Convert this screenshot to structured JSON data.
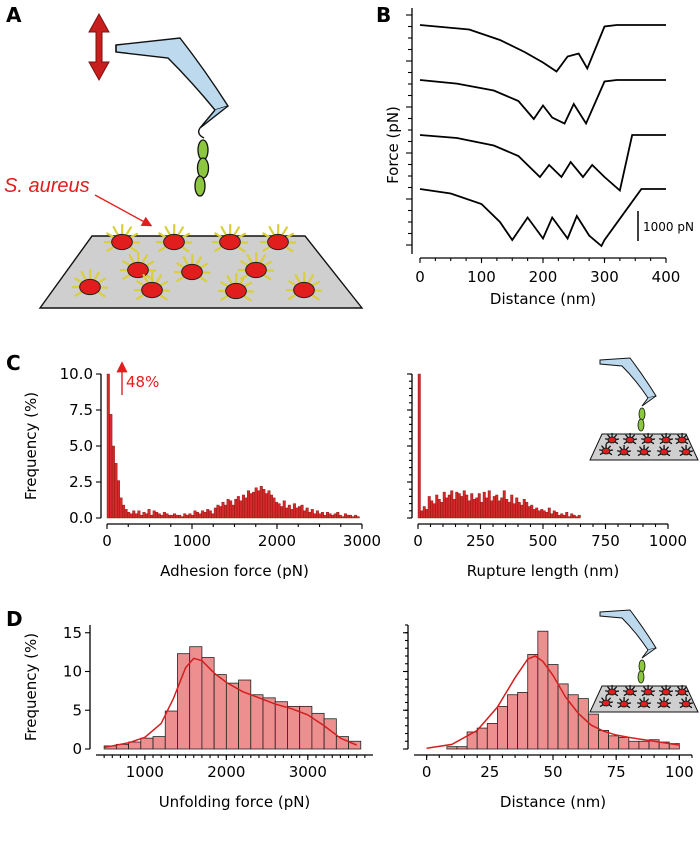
{
  "panels": {
    "A": "A",
    "B": "B",
    "C": "C",
    "D": "D"
  },
  "annotations": {
    "bacterium_label": "S. aureus",
    "off_scale_label": "48%",
    "scale_bar_label": "1000 pN"
  },
  "colors": {
    "red": "#e11d1d",
    "bar_red": "#d42a2a",
    "bar_pink": "#ee8f8f",
    "curve_red": "#d21f1f",
    "cantilever": "#bcd9ee",
    "bacterium_green": "#8dc63f",
    "surface_grey": "#cfcfcf",
    "arrow_red": "#c81e1e"
  },
  "chart_data": [
    {
      "id": "B",
      "type": "line",
      "xlabel": "Distance (nm)",
      "ylabel": "Force (pN)",
      "xlim": [
        0,
        400
      ],
      "xticks": [
        0,
        100,
        200,
        300,
        400
      ],
      "series": [
        {
          "x": [
            0,
            80,
            130,
            170,
            200,
            222,
            240,
            258,
            272,
            300,
            320,
            360,
            400
          ],
          "y": [
            0,
            -150,
            -500,
            -900,
            -1250,
            -1550,
            -1050,
            -950,
            -1450,
            -50,
            0,
            0,
            0
          ]
        },
        {
          "x": [
            0,
            60,
            120,
            160,
            185,
            200,
            215,
            235,
            250,
            270,
            300,
            320,
            360,
            400
          ],
          "y": [
            0,
            -120,
            -350,
            -700,
            -1300,
            -850,
            -1250,
            -1450,
            -800,
            -1450,
            -50,
            0,
            0,
            0
          ]
        },
        {
          "x": [
            0,
            60,
            120,
            160,
            195,
            210,
            230,
            245,
            265,
            280,
            300,
            325,
            345,
            360,
            400
          ],
          "y": [
            0,
            -100,
            -350,
            -700,
            -1400,
            -1000,
            -1400,
            -900,
            -1400,
            -1000,
            -1400,
            -1850,
            0,
            0,
            0
          ]
        },
        {
          "x": [
            0,
            50,
            100,
            130,
            150,
            175,
            200,
            215,
            240,
            255,
            275,
            295,
            300,
            360,
            400
          ],
          "y": [
            0,
            -150,
            -500,
            -1100,
            -1700,
            -950,
            -1650,
            -950,
            -1650,
            -900,
            -1550,
            -1900,
            -1700,
            0,
            0
          ]
        }
      ],
      "scale_bar_pN": 1000
    },
    {
      "id": "C-left",
      "type": "bar",
      "xlabel": "Adhesion force (pN)",
      "ylabel": "Frequency (%)",
      "xlim": [
        0,
        3000
      ],
      "ylim": [
        0,
        10
      ],
      "xticks": [
        0,
        1000,
        2000,
        3000
      ],
      "yticks": [
        0.0,
        2.5,
        5.0,
        7.5,
        10.0
      ],
      "bin_width": 30,
      "first_bin_value": 48,
      "values": [
        48,
        7.2,
        5.0,
        3.8,
        2.6,
        1.4,
        0.9,
        0.6,
        0.4,
        0.3,
        0.5,
        0.3,
        0.5,
        0.2,
        0.4,
        0.3,
        0.6,
        0.2,
        0.5,
        0.4,
        0.3,
        0.2,
        0.4,
        0.3,
        0.2,
        0.2,
        0.3,
        0.2,
        0.2,
        0.1,
        0.3,
        0.2,
        0.3,
        0.2,
        0.5,
        0.4,
        0.3,
        0.5,
        0.4,
        0.6,
        0.5,
        0.3,
        0.7,
        0.9,
        0.8,
        1.1,
        0.9,
        1.3,
        1.2,
        0.9,
        1.3,
        1.5,
        1.2,
        1.6,
        1.4,
        1.9,
        1.7,
        1.8,
        2.1,
        1.9,
        2.2,
        2.0,
        1.7,
        1.9,
        1.6,
        1.4,
        1.1,
        1.0,
        0.8,
        1.2,
        0.7,
        0.9,
        0.6,
        1.0,
        0.7,
        0.8,
        0.9,
        0.5,
        0.7,
        0.4,
        0.6,
        0.3,
        0.5,
        0.3,
        0.4,
        0.2,
        0.4,
        0.3,
        0.2,
        0.3,
        0.4,
        0.2,
        0.1,
        0.3,
        0.2,
        0.2,
        0.1,
        0.2,
        0.1
      ]
    },
    {
      "id": "C-right",
      "type": "bar",
      "xlabel": "Rupture length (nm)",
      "xlim": [
        0,
        1000
      ],
      "ylim": [
        0,
        10
      ],
      "xticks": [
        0,
        250,
        500,
        750,
        1000
      ],
      "bin_width": 10,
      "values": [
        10,
        0.5,
        0.8,
        0.6,
        1.5,
        1.2,
        1.0,
        1.6,
        1.3,
        1.1,
        1.8,
        1.4,
        1.6,
        1.9,
        1.3,
        1.8,
        1.7,
        1.5,
        1.9,
        1.6,
        1.2,
        1.7,
        1.3,
        1.4,
        1.7,
        1.1,
        1.8,
        1.4,
        1.9,
        1.2,
        1.5,
        1.6,
        1.2,
        1.4,
        1.9,
        1.3,
        1.1,
        1.6,
        1.0,
        1.4,
        1.1,
        0.9,
        1.3,
        1.1,
        0.8,
        0.9,
        0.6,
        0.7,
        0.5,
        0.6,
        0.5,
        0.4,
        0.7,
        0.3,
        0.5,
        0.4,
        0.2,
        0.3,
        0.2,
        0.4,
        0.1,
        0.3,
        0.2,
        0.1,
        0.2
      ]
    },
    {
      "id": "D-left",
      "type": "bar",
      "xlabel": "Unfolding force (pN)",
      "ylabel": "Frequency (%)",
      "xlim": [
        400,
        3800
      ],
      "ylim": [
        0,
        16
      ],
      "xticks": [
        1000,
        2000,
        3000
      ],
      "yticks": [
        0,
        5,
        10,
        15
      ],
      "bins": [
        500,
        650,
        800,
        950,
        1100,
        1250,
        1400,
        1550,
        1700,
        1850,
        2000,
        2150,
        2300,
        2450,
        2600,
        2750,
        2900,
        3050,
        3200,
        3350,
        3500
      ],
      "bin_width": 150,
      "values": [
        0.4,
        0.6,
        0.9,
        1.4,
        1.6,
        4.9,
        12.3,
        13.2,
        11.8,
        9.6,
        8.5,
        8.9,
        7.0,
        6.6,
        6.1,
        5.5,
        5.5,
        4.6,
        3.9,
        1.6,
        1.0
      ],
      "fit_curve": {
        "x": [
          500,
          800,
          1000,
          1200,
          1350,
          1500,
          1600,
          1700,
          1850,
          2000,
          2200,
          2400,
          2600,
          2800,
          3000,
          3200,
          3400,
          3600
        ],
        "y": [
          0.2,
          0.8,
          1.5,
          3.3,
          6.5,
          10.5,
          11.7,
          11.4,
          9.8,
          8.6,
          7.4,
          6.6,
          5.8,
          5.2,
          4.4,
          3.0,
          1.4,
          0.5
        ]
      }
    },
    {
      "id": "D-right",
      "type": "bar",
      "xlabel": "Distance (nm)",
      "xlim": [
        -5,
        105
      ],
      "ylim": [
        0,
        16
      ],
      "xticks": [
        0,
        25,
        50,
        75,
        100
      ],
      "bins": [
        8,
        12,
        16,
        20,
        24,
        28,
        32,
        36,
        40,
        44,
        48,
        52,
        56,
        60,
        64,
        68,
        72,
        76,
        80,
        84,
        88,
        92,
        96
      ],
      "bin_width": 4,
      "values": [
        0.3,
        0.3,
        2.2,
        2.7,
        3.3,
        5.5,
        7.0,
        7.3,
        12.2,
        15.2,
        10.9,
        8.4,
        7.0,
        6.5,
        4.5,
        2.4,
        1.7,
        1.5,
        1.0,
        1.0,
        1.2,
        0.9,
        0.7
      ],
      "fit_curve": {
        "x": [
          0,
          10,
          20,
          28,
          35,
          40,
          43,
          46,
          50,
          55,
          60,
          65,
          70,
          75,
          80,
          90,
          100
        ],
        "y": [
          0.1,
          0.6,
          2.4,
          5.4,
          9.2,
          11.6,
          12.0,
          11.3,
          9.5,
          6.7,
          4.6,
          3.1,
          2.3,
          1.8,
          1.5,
          1.0,
          0.5
        ]
      }
    }
  ]
}
